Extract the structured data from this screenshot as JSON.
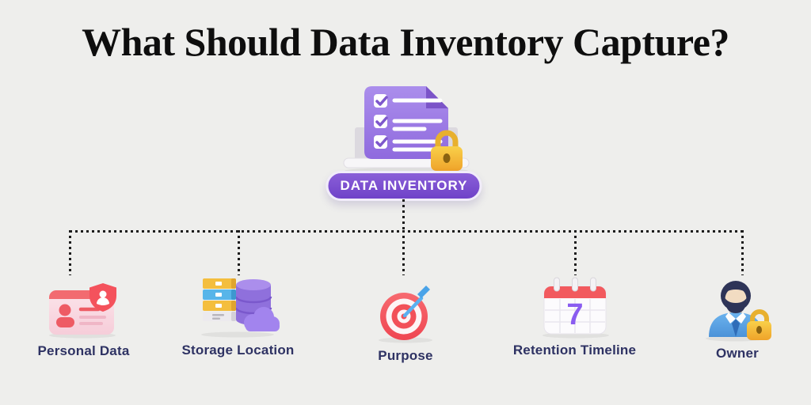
{
  "title": "What Should Data Inventory Capture?",
  "center": {
    "label": "DATA INVENTORY",
    "icon": "clipboard-checklist-lock-icon"
  },
  "branches": [
    {
      "label": "Personal Data",
      "icon": "id-card-shield-icon"
    },
    {
      "label": "Storage Location",
      "icon": "server-database-cloud-icon"
    },
    {
      "label": "Purpose",
      "icon": "target-dart-icon"
    },
    {
      "label": "Retention Timeline",
      "icon": "calendar-icon"
    },
    {
      "label": "Owner",
      "icon": "person-lock-icon"
    }
  ],
  "calendar_day": "7",
  "colors": {
    "background": "#eeeeec",
    "title_text": "#0e0e0e",
    "badge_purple": "#7a4ed2",
    "badge_border": "#f1ecfa",
    "label_text": "#2e3263",
    "connector": "#1b1b1b",
    "document_purple": "#9a7be6",
    "red": "#f2565c",
    "gold": "#f5c033",
    "blue": "#56b4e8"
  }
}
